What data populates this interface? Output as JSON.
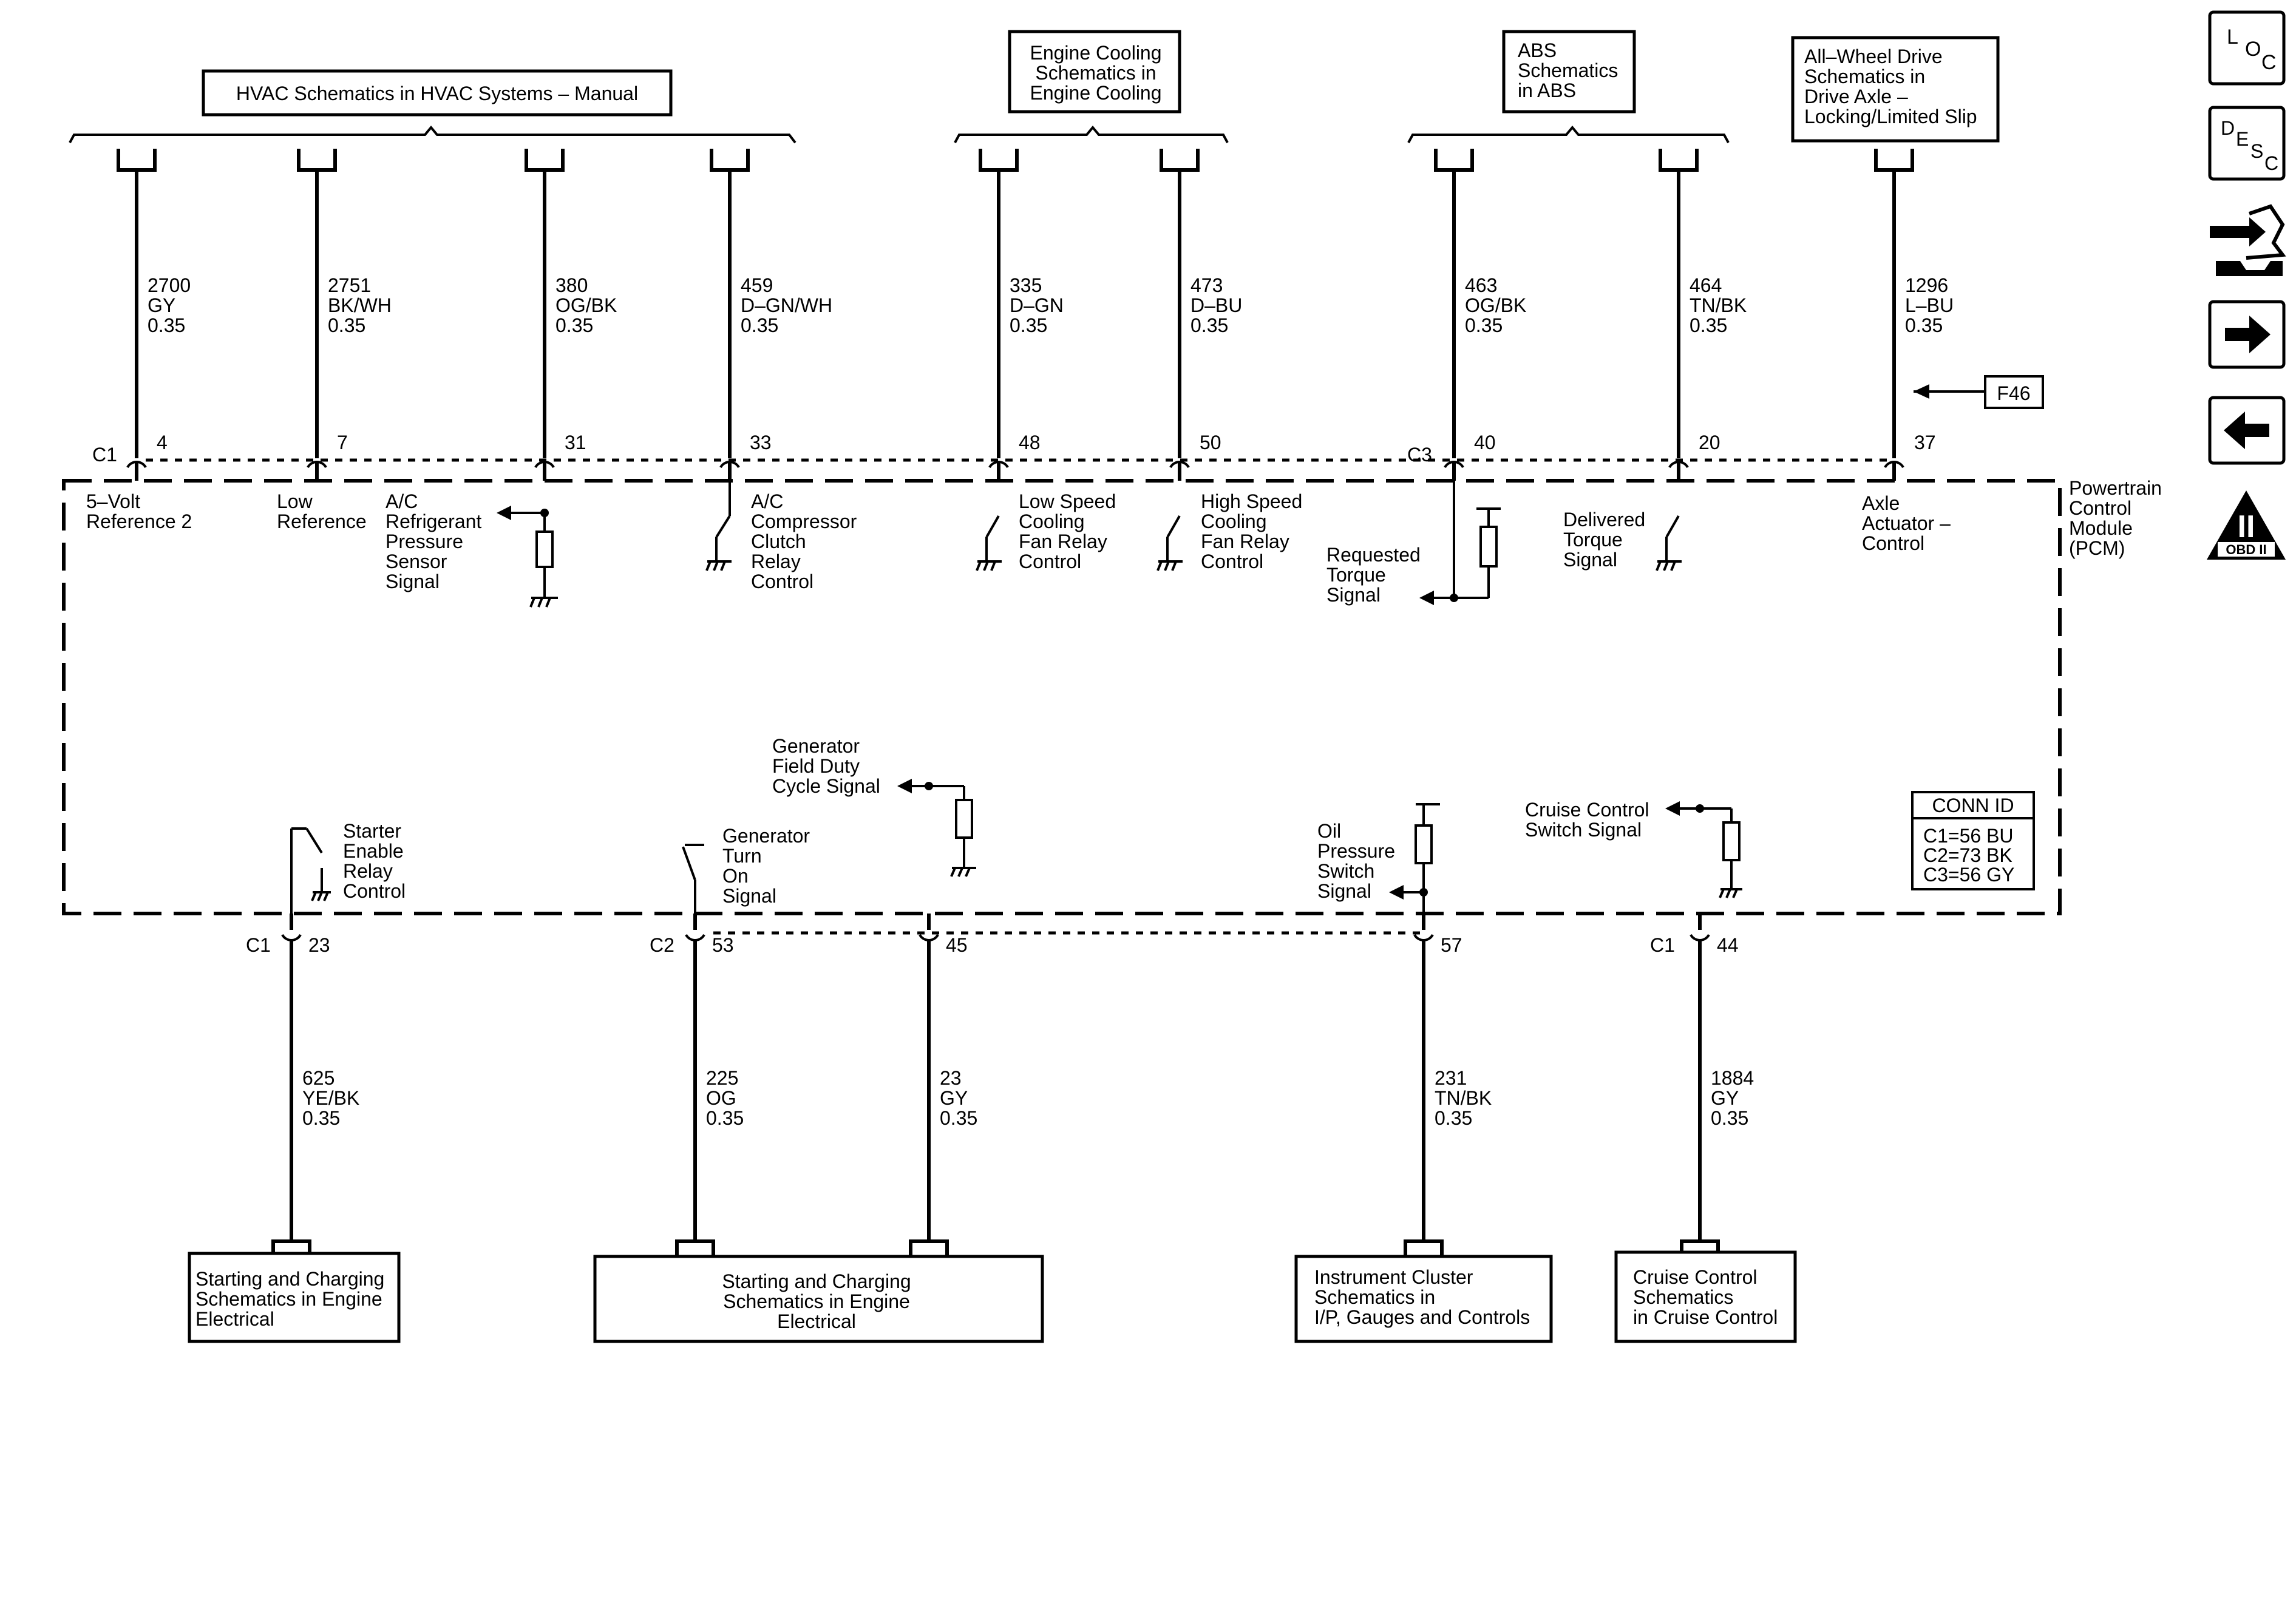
{
  "top_refs": {
    "hvac": "HVAC Schematics in HVAC Systems – Manual",
    "cooling": [
      "Engine Cooling",
      "Schematics in",
      "Engine Cooling"
    ],
    "abs": [
      "ABS",
      "Schematics",
      "in ABS"
    ],
    "awd": [
      "All–Wheel Drive",
      "Schematics in",
      "Drive Axle –",
      "Locking/Limited Slip"
    ]
  },
  "bottom_refs": {
    "start1": [
      "Starting and Charging",
      "Schematics in Engine",
      "Electrical"
    ],
    "start2": [
      "Starting and Charging",
      "Schematics in Engine",
      "Electrical"
    ],
    "cluster": [
      "Instrument Cluster",
      "Schematics in",
      "I/P, Gauges and Controls"
    ],
    "cruise": [
      "Cruise Control",
      "Schematics",
      "in Cruise Control"
    ]
  },
  "top_wires": [
    {
      "circuit": "2700",
      "color": "GY",
      "gauge": "0.35",
      "pin": "4",
      "conn": "C1"
    },
    {
      "circuit": "2751",
      "color": "BK/WH",
      "gauge": "0.35",
      "pin": "7"
    },
    {
      "circuit": "380",
      "color": "OG/BK",
      "gauge": "0.35",
      "pin": "31"
    },
    {
      "circuit": "459",
      "color": "D–GN/WH",
      "gauge": "0.35",
      "pin": "33"
    },
    {
      "circuit": "335",
      "color": "D–GN",
      "gauge": "0.35",
      "pin": "48"
    },
    {
      "circuit": "473",
      "color": "D–BU",
      "gauge": "0.35",
      "pin": "50"
    },
    {
      "circuit": "463",
      "color": "OG/BK",
      "gauge": "0.35",
      "pin": "40",
      "conn": "C3"
    },
    {
      "circuit": "464",
      "color": "TN/BK",
      "gauge": "0.35",
      "pin": "20"
    },
    {
      "circuit": "1296",
      "color": "L–BU",
      "gauge": "0.35",
      "pin": "37"
    }
  ],
  "bottom_wires": [
    {
      "circuit": "625",
      "color": "YE/BK",
      "gauge": "0.35",
      "pin": "23",
      "conn": "C1"
    },
    {
      "circuit": "225",
      "color": "OG",
      "gauge": "0.35",
      "pin": "53",
      "conn": "C2"
    },
    {
      "circuit": "23",
      "color": "GY",
      "gauge": "0.35",
      "pin": "45"
    },
    {
      "circuit": "231",
      "color": "TN/BK",
      "gauge": "0.35",
      "pin": "57"
    },
    {
      "circuit": "1884",
      "color": "GY",
      "gauge": "0.35",
      "pin": "44",
      "conn": "C1"
    }
  ],
  "f46": "F46",
  "pcm_label": [
    "Powertrain",
    "Control",
    "Module",
    "(PCM)"
  ],
  "signals": {
    "five_volt": [
      "5–Volt",
      "Reference 2"
    ],
    "low_ref": [
      "Low",
      "Reference"
    ],
    "ac_pressure": [
      "A/C",
      "Refrigerant",
      "Pressure",
      "Sensor",
      "Signal"
    ],
    "ac_clutch": [
      "A/C",
      "Compressor",
      "Clutch",
      "Relay",
      "Control"
    ],
    "low_fan": [
      "Low Speed",
      "Cooling",
      "Fan Relay",
      "Control"
    ],
    "high_fan": [
      "High Speed",
      "Cooling",
      "Fan Relay",
      "Control"
    ],
    "req_torque": [
      "Requested",
      "Torque",
      "Signal"
    ],
    "del_torque": [
      "Delivered",
      "Torque",
      "Signal"
    ],
    "axle": [
      "Axle",
      "Actuator –",
      "Control"
    ],
    "starter": [
      "Starter",
      "Enable",
      "Relay",
      "Control"
    ],
    "gen_turn": [
      "Generator",
      "Turn",
      "On",
      "Signal"
    ],
    "gen_field": [
      "Generator",
      "Field Duty",
      "Cycle Signal"
    ],
    "oil": [
      "Oil",
      "Pressure",
      "Switch",
      "Signal"
    ],
    "cruise_sw": [
      "Cruise Control",
      "Switch Signal"
    ]
  },
  "conn_id": {
    "title": "CONN ID",
    "lines": [
      "C1=56 BU",
      "C2=73 BK",
      "C3=56 GY"
    ]
  },
  "side_icons": {
    "loc": [
      "L",
      "O",
      "C"
    ],
    "desc": [
      "D",
      "E",
      "S",
      "C"
    ],
    "obd": "OBD II",
    "obd_numeral": "II"
  }
}
